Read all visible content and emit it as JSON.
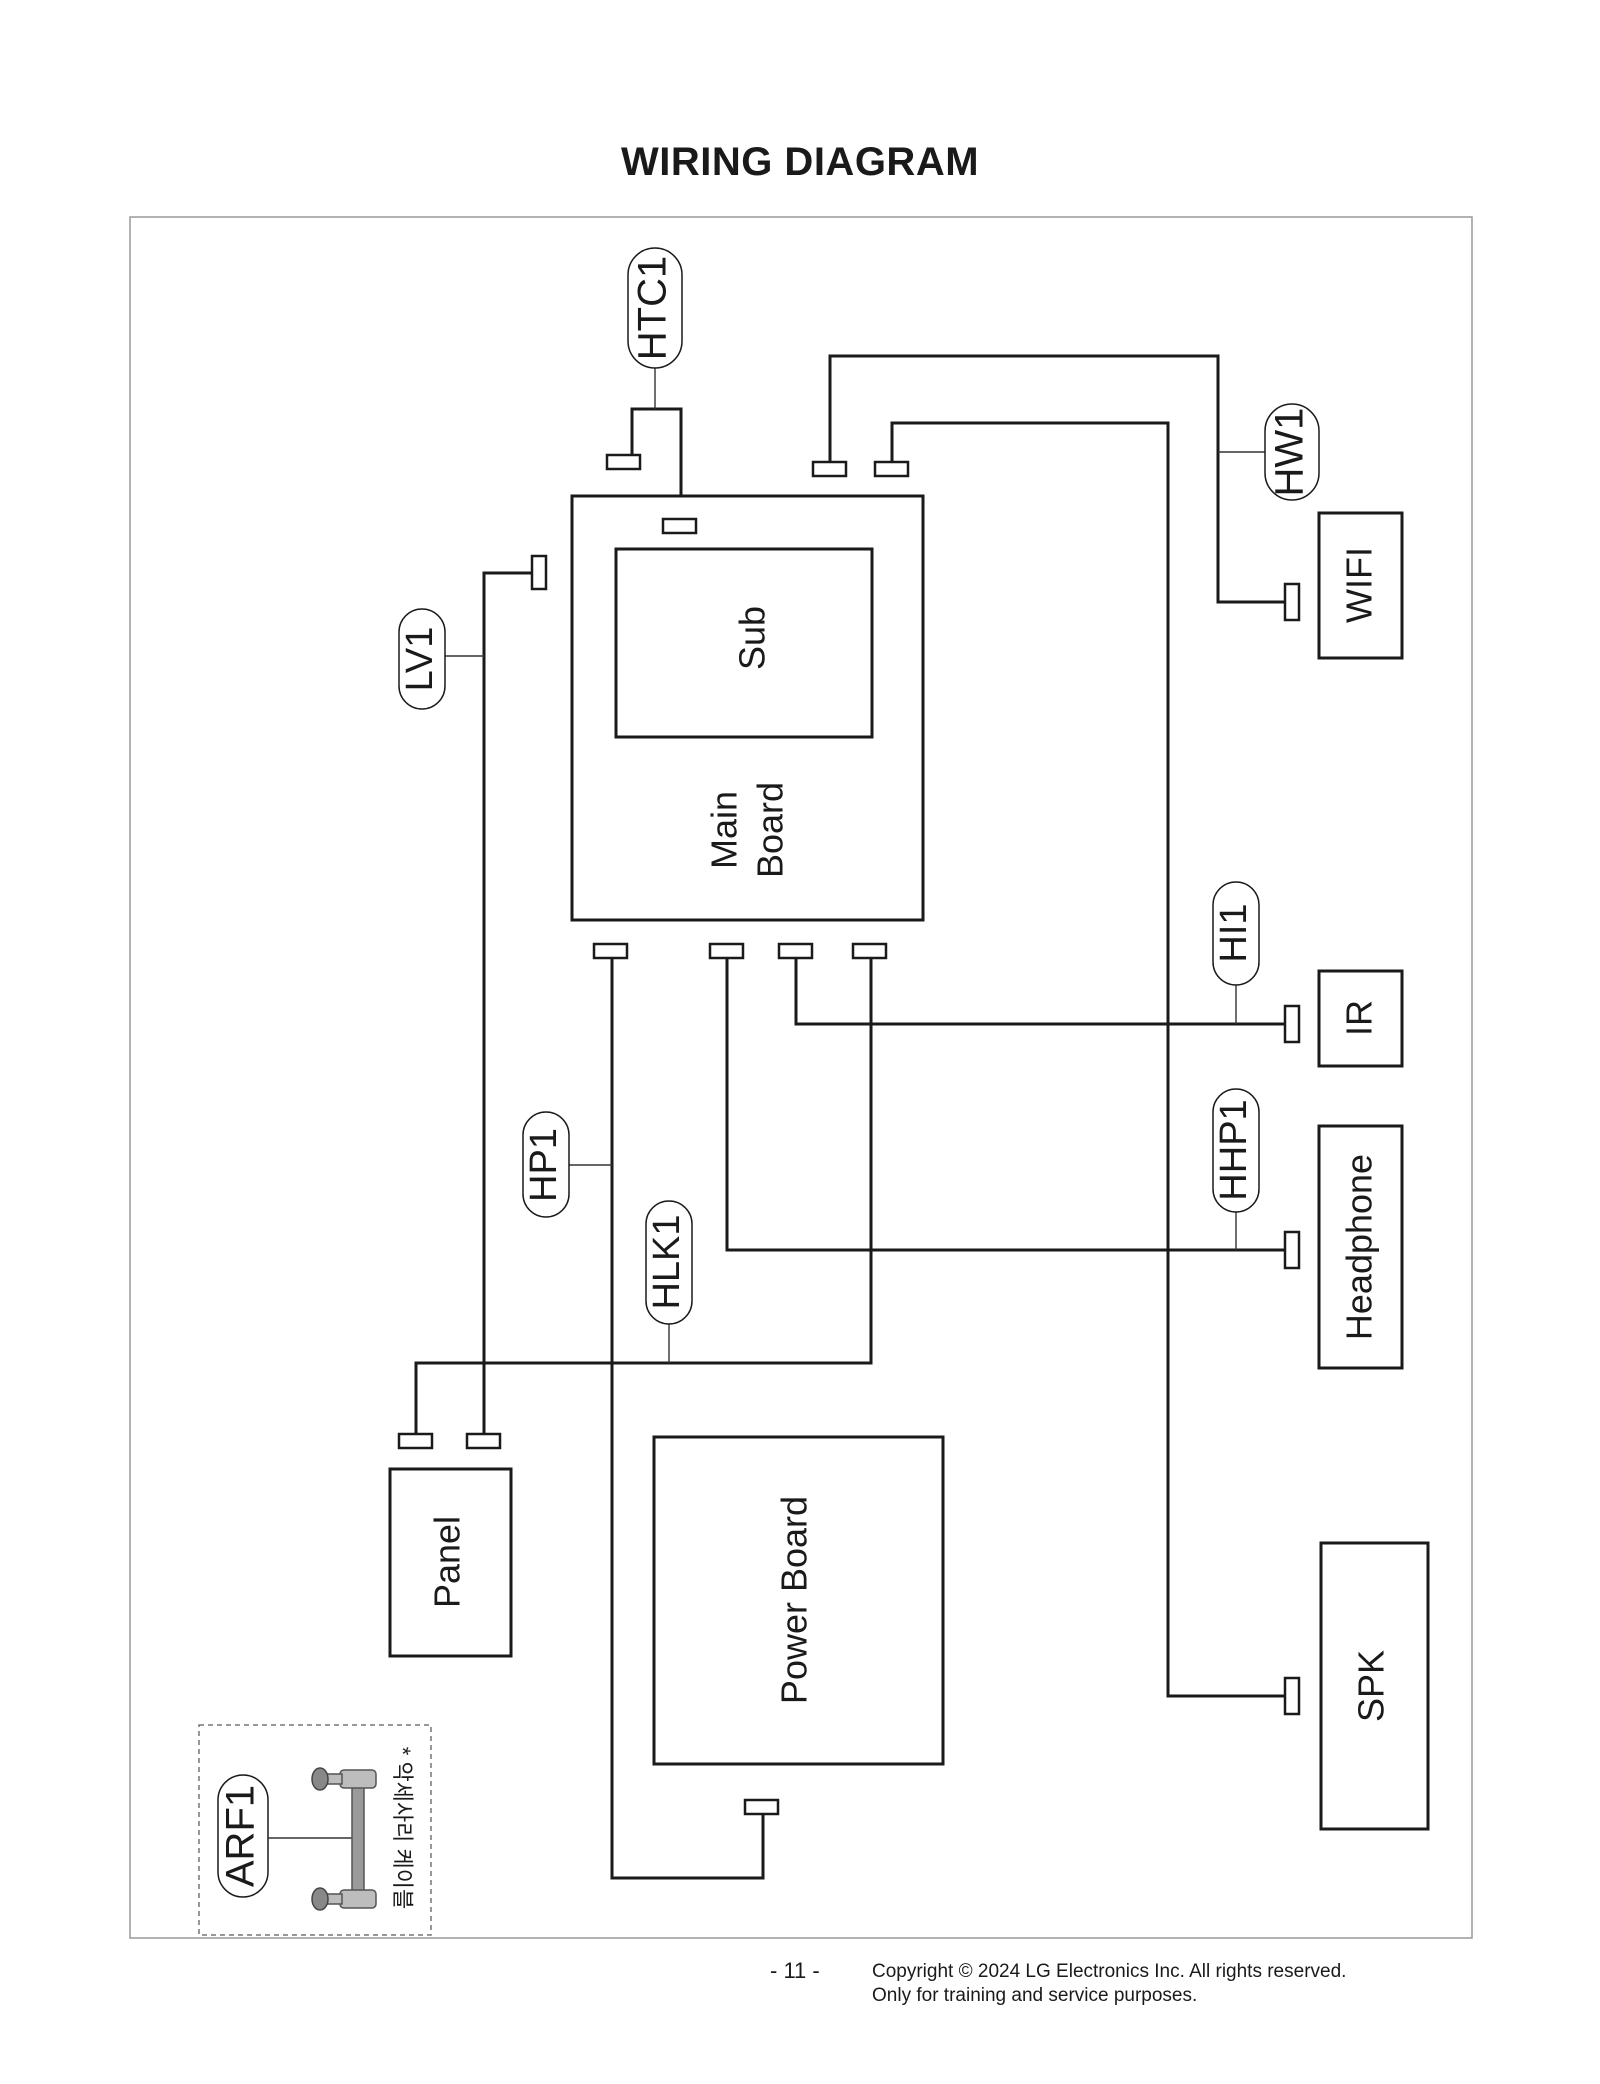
{
  "title": "WIRING DIAGRAM",
  "boards": {
    "main_board": "Main Board",
    "main_board_line1": "Main",
    "main_board_line2": "Board",
    "sub": "Sub",
    "power_board": "Power Board",
    "panel": "Panel",
    "wifi": "WIFI",
    "ir": "IR",
    "headphone": "Headphone",
    "spk": "SPK"
  },
  "cables": {
    "htc1": "HTC1",
    "hw1": "HW1",
    "lv1": "LV1",
    "hi1": "HI1",
    "hhp1": "HHP1",
    "hp1": "HP1",
    "hlk1": "HLK1",
    "arf1": "ARF1"
  },
  "accessory_note": "* 악세사리 케이블",
  "footer": {
    "page_number": "- 11 -",
    "copyright_line1": "Copyright © 2024 LG Electronics Inc. All rights reserved.",
    "copyright_line2": "Only for training and service purposes."
  }
}
